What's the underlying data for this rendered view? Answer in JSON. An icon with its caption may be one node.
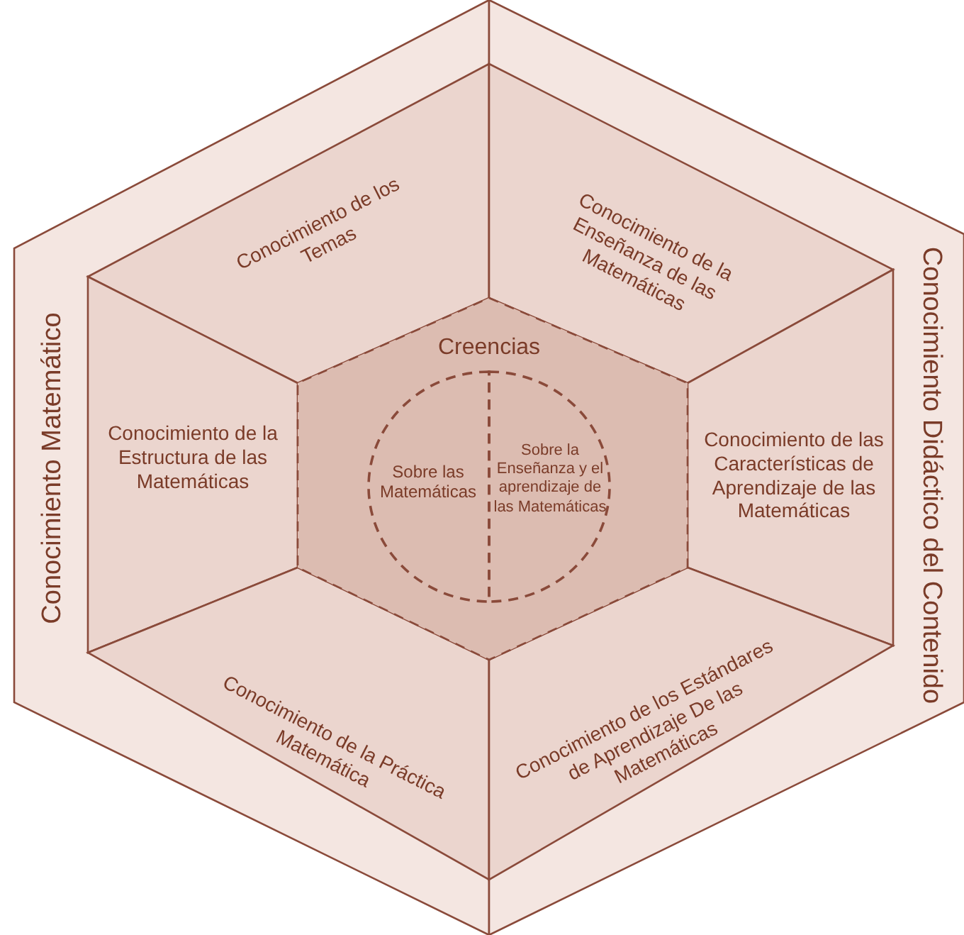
{
  "diagram": {
    "nodes": [
      {
        "text": [
          "Conocimiento Matemático"
        ]
      },
      {
        "text": [
          "Conocimiento de los Temas"
        ],
        "in": 0
      },
      {
        "text": [
          "Conocimiento de la Estructura de las Matemáticas"
        ],
        "in": 0
      },
      {
        "text": [
          "Conocimiento de la Práctica Matemática"
        ],
        "in": 0
      },
      {
        "text": [
          "Conocimiento Didáctico del Contenido"
        ]
      },
      {
        "text": [
          "Conocimiento de la Enseñanza de las Matemáticas"
        ],
        "in": 4
      },
      {
        "text": [
          "Conocimiento de las Características de Aprendizaje de las Matemáticas"
        ],
        "in": 4
      },
      {
        "text": [
          "Conocimiento de los Estándares de Aprendizaje De las Matemáticas"
        ],
        "in": 4
      },
      {
        "text": [
          "Creencias"
        ]
      },
      {
        "text": [
          "Sobre las Matemáticas"
        ]
      },
      {
        "text": [
          "Sobre la Enseñanza y el aprendizaje de las Matemáticas"
        ]
      }
    ]
  }
}
